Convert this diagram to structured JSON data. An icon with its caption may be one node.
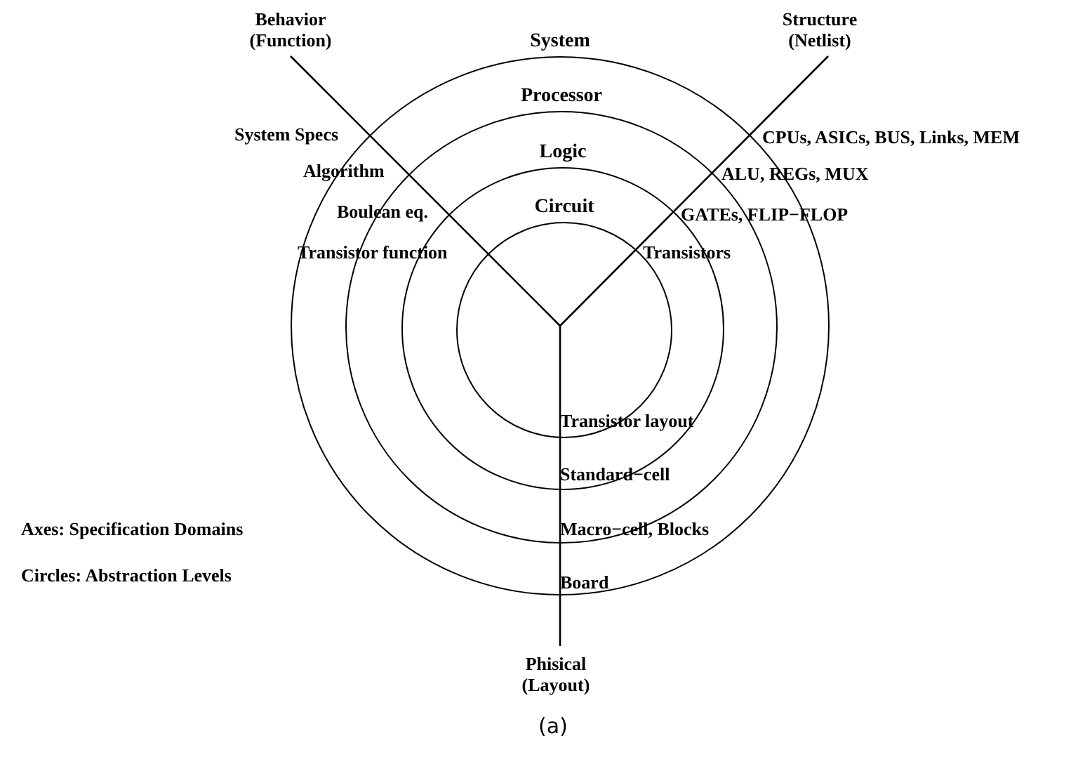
{
  "diagram": {
    "caption": "(a)",
    "nodes": [
      {
        "text": [
          "System"
        ]
      },
      {
        "text": [
          "Processor"
        ],
        "in": 0
      },
      {
        "text": [
          "Logic"
        ],
        "in": 1
      },
      {
        "text": [
          "Circuit"
        ],
        "in": 2
      }
    ],
    "labels": [
      "Behavior (Function)",
      "Structure (Netlist)",
      "System Specs",
      "CPUs, ASICs, BUS, Links, MEM",
      "Algorithm",
      "ALU, REGs, MUX",
      "Boulean eq.",
      "GATEs, FLIP−FLOP",
      "Transistor function",
      "Transistors",
      "Transistor layout",
      "Standard−cell",
      "Axes: Specification Domains",
      "Macro−cell, Blocks",
      "Circles: Abstraction Levels",
      "Board",
      "Phisical (Layout)"
    ]
  }
}
